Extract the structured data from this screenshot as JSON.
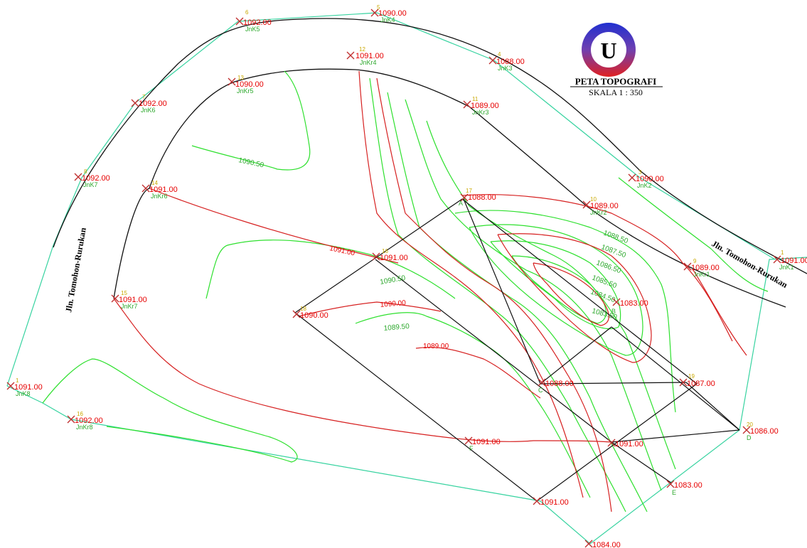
{
  "title": "PETA TOPOGRAFI",
  "scale": "SKALA 1 : 350",
  "logo_letter": "U",
  "road_label_left": "Jln. Tomohon-Rurukan",
  "road_label_right": "Jln. Tomohon-Rurukan",
  "points": [
    {
      "id": "p-jnk5",
      "num": "6",
      "elev": "1092.00",
      "code": "JnK5"
    },
    {
      "id": "p-jnk4",
      "num": "5",
      "elev": "1090.00",
      "code": "JnK4"
    },
    {
      "id": "p-jnkr4",
      "num": "12",
      "elev": "1091.00",
      "code": "JnKr4"
    },
    {
      "id": "p-jnk3",
      "num": "4",
      "elev": "1088.00",
      "code": "JnK3"
    },
    {
      "id": "p-jnkr5",
      "num": "13",
      "elev": "1090.00",
      "code": "JnKr5"
    },
    {
      "id": "p-jnk6",
      "num": "7",
      "elev": "1092.00",
      "code": "JnK6"
    },
    {
      "id": "p-jnkr3",
      "num": "11",
      "elev": "1089.00",
      "code": "JnKr3"
    },
    {
      "id": "p-jnk2",
      "num": "3",
      "elev": "1090.00",
      "code": "JnK2"
    },
    {
      "id": "p-jnk7",
      "num": "8",
      "elev": "1092.00",
      "code": "JnK7"
    },
    {
      "id": "p-jnkr6",
      "num": "14",
      "elev": "1091.00",
      "code": "JnKr6"
    },
    {
      "id": "p-a",
      "num": "17",
      "elev": "1088.00",
      "code": "A"
    },
    {
      "id": "p-jnkr2",
      "num": "10",
      "elev": "1089.00",
      "code": "JnKr2"
    },
    {
      "id": "p-jnk1",
      "num": "1",
      "elev": "1091.00",
      "code": "JnK1"
    },
    {
      "id": "p-jnkr1",
      "num": "9",
      "elev": "1089.00",
      "code": "JnKr1"
    },
    {
      "id": "p-mid1",
      "num": "16",
      "elev": "1091.00",
      "code": ""
    },
    {
      "id": "p-jnkr7",
      "num": "15",
      "elev": "1091.00",
      "code": "JnKr7"
    },
    {
      "id": "p-mid2",
      "num": "18",
      "elev": "1090.00",
      "code": ""
    },
    {
      "id": "p-b",
      "num": "",
      "elev": "1083.00",
      "code": "B"
    },
    {
      "id": "p-jnk8",
      "num": "1",
      "elev": "1091.00",
      "code": "JnK8"
    },
    {
      "id": "p-c",
      "num": "",
      "elev": "1088.00",
      "code": "C"
    },
    {
      "id": "p-19",
      "num": "19",
      "elev": "1087.00",
      "code": ""
    },
    {
      "id": "p-jnkr8",
      "num": "16",
      "elev": "1092.00",
      "code": "JnKr8"
    },
    {
      "id": "p-d",
      "num": "20",
      "elev": "1086.00",
      "code": "D"
    },
    {
      "id": "p-f",
      "num": "",
      "elev": "1091.00",
      "code": "F"
    },
    {
      "id": "p-g",
      "num": "",
      "elev": "1091.00",
      "code": ""
    },
    {
      "id": "p-e",
      "num": "",
      "elev": "1083.00",
      "code": "E"
    },
    {
      "id": "p-h",
      "num": "",
      "elev": "1091.00",
      "code": ""
    },
    {
      "id": "p-bot",
      "num": "",
      "elev": "1084.00",
      "code": ""
    }
  ],
  "contour_labels": {
    "c1": "1090.50",
    "c2": "1091.00",
    "c3": "1090.50",
    "c4": "1090.00",
    "c5": "1089.50",
    "c6": "1089.00",
    "c7": "1088.50",
    "c8": "1087.50",
    "c9": "1086.50",
    "c10": "1085.50",
    "c11": "1084.50",
    "c12": "1083.50"
  },
  "colors": {
    "contour_green": "#2ee02e",
    "contour_red": "#d62020",
    "road_line": "#000000",
    "boundary": "#3ad6a8"
  }
}
